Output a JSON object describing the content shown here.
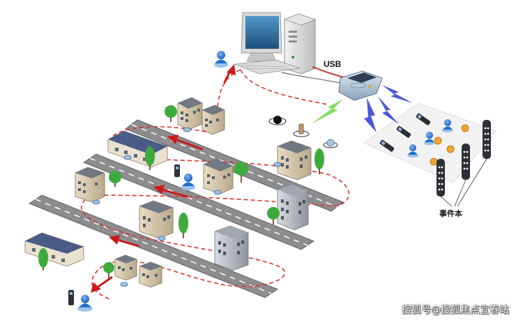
{
  "labels": {
    "usb": "USB",
    "event_book": "事件本"
  },
  "watermark": "搜狐号@搜狐焦点宜春站",
  "colors": {
    "route": "#d9342b",
    "arrow": "#cc1a1a",
    "wireless_green": "#7ed957",
    "wireless_blue": "#4b57d8",
    "road": "#8d8d8f",
    "road_edge": "#5f5f62",
    "tree": "#3cab3c",
    "person": "#1e6fd0"
  },
  "icons": {
    "computer": "desktop-computer-icon",
    "reader": "patrol-data-reader-icon",
    "person": "guard-person-icon",
    "checkpoint": "checkpoint-tag-icon",
    "patrol_stick": "patrol-stick-icon"
  }
}
